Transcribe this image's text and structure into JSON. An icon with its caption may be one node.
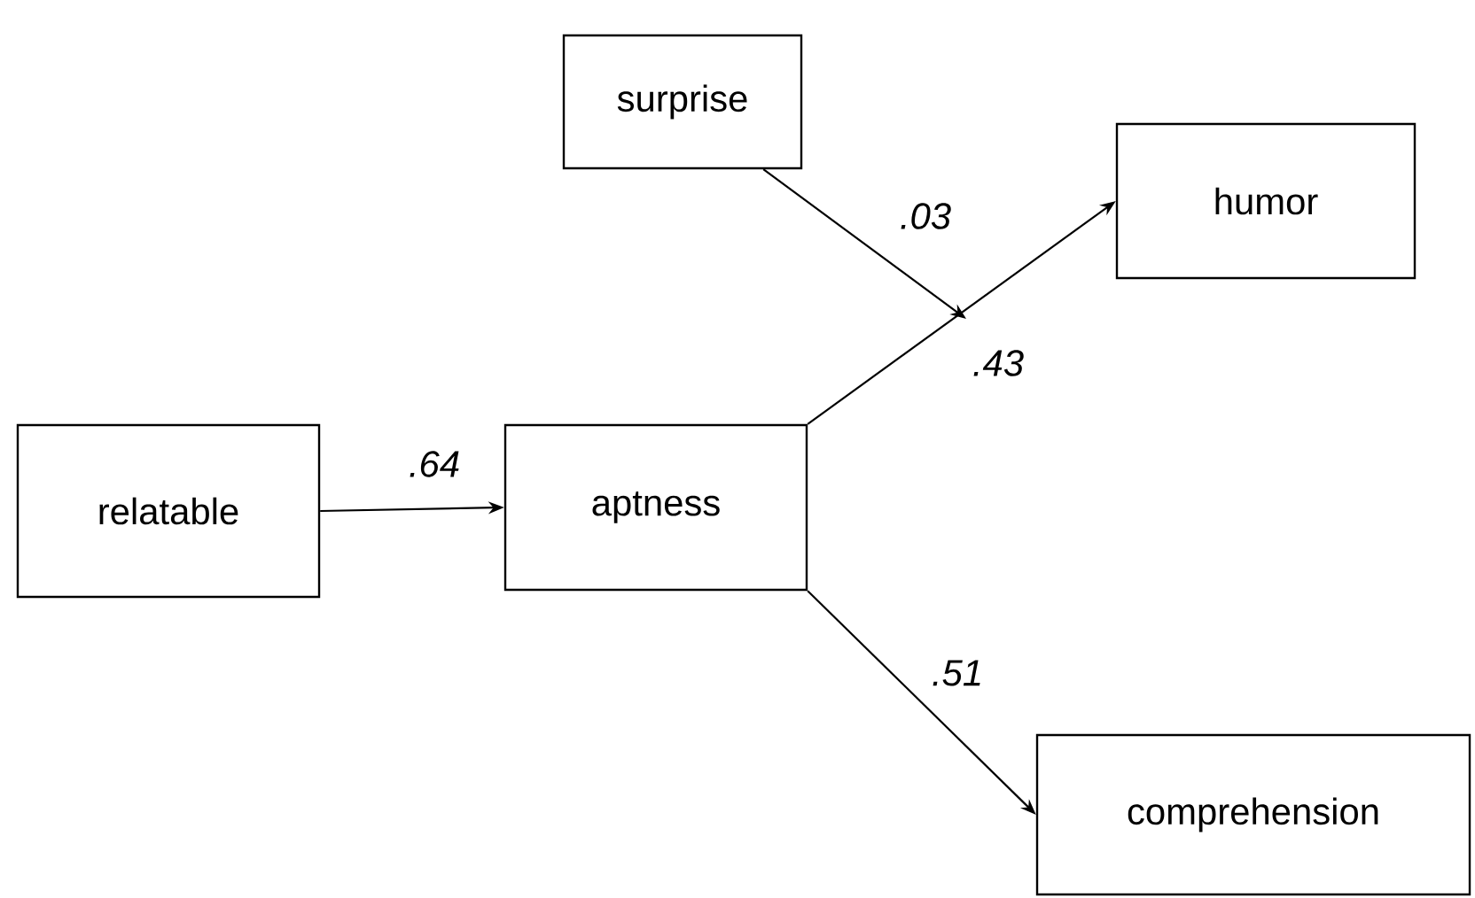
{
  "diagram": {
    "nodes": [
      {
        "text": [
          "surprise"
        ]
      },
      {
        "text": [
          "humor"
        ]
      },
      {
        "text": [
          "relatable"
        ]
      },
      {
        "text": [
          "aptness"
        ]
      },
      {
        "text": [
          "comprehension"
        ]
      }
    ],
    "edges": [
      {
        "from": 0,
        "to": null,
        "arrow": "to",
        "label": ".03"
      },
      {
        "from": 3,
        "to": 1,
        "arrow": "to",
        "label": ".43"
      },
      {
        "from": 2,
        "to": 3,
        "arrow": "to",
        "label": ".64"
      },
      {
        "from": 3,
        "to": 4,
        "arrow": "to",
        "label": ".51"
      }
    ]
  }
}
